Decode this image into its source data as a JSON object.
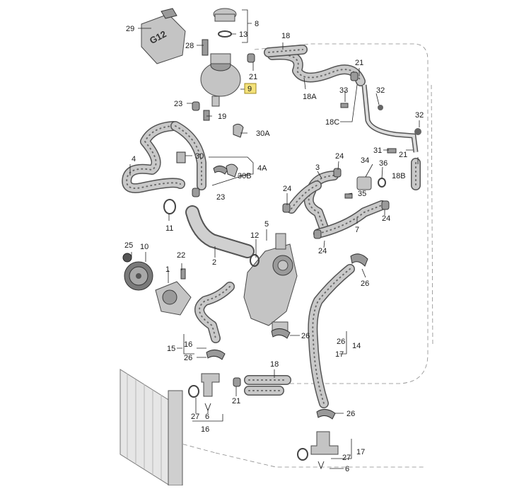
{
  "callouts": {
    "c29": "29",
    "c8": "8",
    "c13": "13",
    "c28": "28",
    "c21a": "21",
    "c9": "9",
    "c18a": "18",
    "c18A": "18A",
    "c21b": "21",
    "c33": "33",
    "c32a": "32",
    "c23a": "23",
    "c19": "19",
    "c18C": "18C",
    "c32b": "32",
    "c30A": "30A",
    "c31": "31",
    "c21c": "21",
    "c4": "4",
    "c30": "30",
    "c4A": "4A",
    "c30B": "30B",
    "c24a": "24",
    "c34": "34",
    "c36": "36",
    "c3": "3",
    "c18B": "18B",
    "c23b": "23",
    "c24b": "24",
    "c35": "35",
    "c24c": "24",
    "c11": "11",
    "c5": "5",
    "c12": "12",
    "c7": "7",
    "c24d": "24",
    "c25": "25",
    "c10": "10",
    "c22": "22",
    "c2": "2",
    "c1": "1",
    "c26a": "26",
    "c26b": "26",
    "c14": "14",
    "c26c": "26",
    "c17a": "17",
    "c15": "15",
    "c16a": "16",
    "c26d": "26",
    "c18b": "18",
    "c21d": "21",
    "c27a": "27",
    "c6a": "6",
    "c16b": "16",
    "c26e": "26",
    "c27b": "27",
    "c17b": "17",
    "c6b": "6"
  },
  "reservoir_marking": "G12"
}
